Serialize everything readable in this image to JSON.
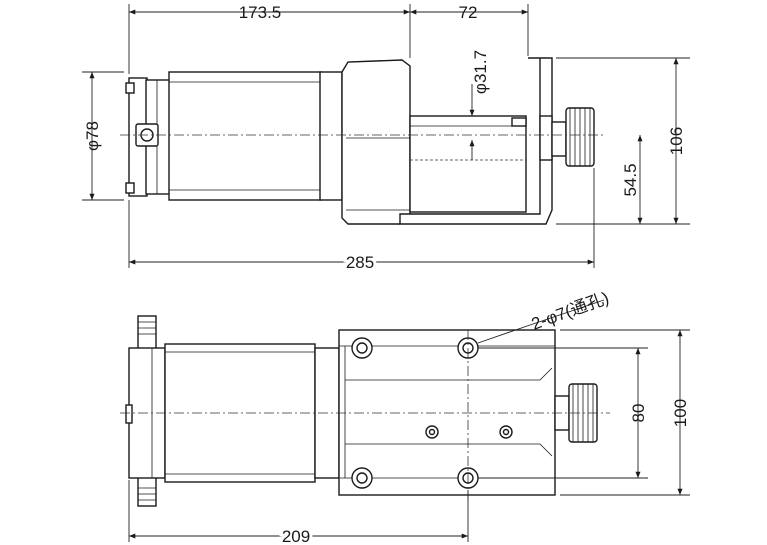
{
  "dimensions": {
    "top_left_length": "173.5",
    "top_right_length": "72",
    "drum_diameter": "φ31.7",
    "motor_diameter": "φ78",
    "total_height": "106",
    "center_height": "54.5",
    "total_length": "285",
    "hole_note": "2-φ7(通孔)",
    "hole_spacing": "80",
    "base_width": "100",
    "bottom_length": "209"
  },
  "colors": {
    "line": "#1a1a1a",
    "background": "#ffffff"
  }
}
